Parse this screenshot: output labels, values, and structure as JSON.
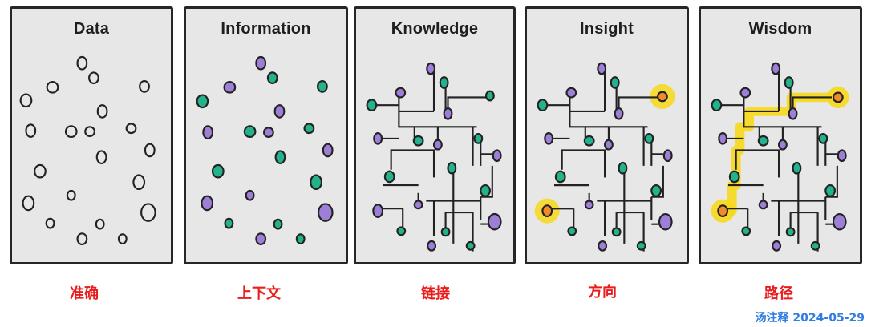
{
  "panels": [
    {
      "title": "Data",
      "caption": "准确"
    },
    {
      "title": "Information",
      "caption": "上下文"
    },
    {
      "title": "Knowledge",
      "caption": "链接"
    },
    {
      "title": "Insight",
      "caption": "方向"
    },
    {
      "title": "Wisdom",
      "caption": "路径"
    }
  ],
  "credit": "汤注释 2024-05-29",
  "colors": {
    "teal": "#23b28b",
    "purple": "#9d7fd8",
    "highlight": "#f7d81a",
    "highlight_node": "#f08a2a",
    "caption_red": "#ea1c1c",
    "credit_blue": "#2f7de1"
  }
}
